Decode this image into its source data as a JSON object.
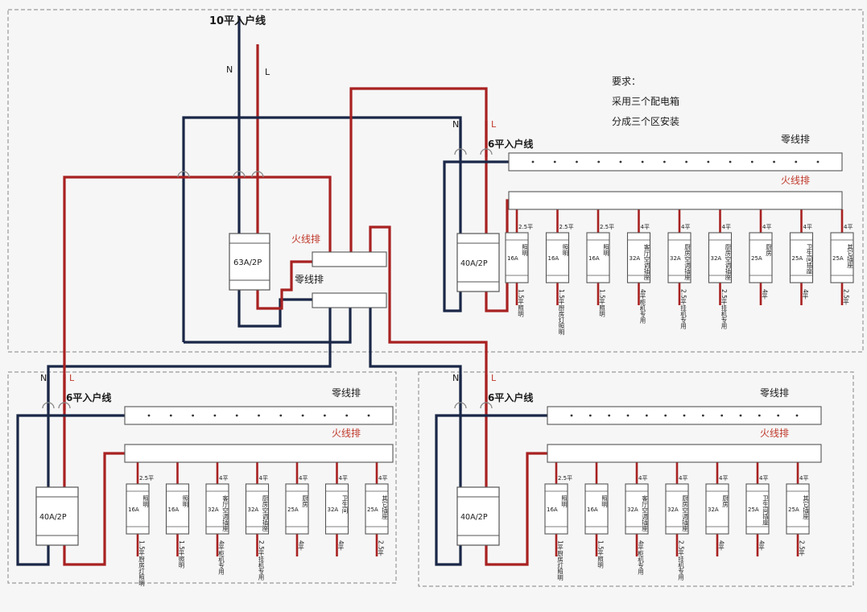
{
  "colors": {
    "live": "#a82121",
    "neutral": "#1a2747",
    "frame": "#9a9a9a",
    "box": "#555555"
  },
  "main": {
    "title": "10平入户线",
    "n": "N",
    "l": "L",
    "breaker": "63A/2P",
    "live_bar": "火线排",
    "neutral_bar": "零线排"
  },
  "notes": [
    "要求：",
    "采用三个配电箱",
    "分成三个区安装"
  ],
  "box_top": {
    "feed": "6平入户线",
    "n": "N",
    "l": "L",
    "main_breaker": "40A/2P",
    "neutral_bar": "零线排",
    "live_bar": "火线排",
    "branches": [
      {
        "wire": "2.5平",
        "rating": "16A",
        "circuit": "照明",
        "cable": "1.5平照明"
      },
      {
        "wire": "2.5平",
        "rating": "16A",
        "circuit": "照明",
        "cable": "1.5平厨房灯照明"
      },
      {
        "wire": "2.5平",
        "rating": "16A",
        "circuit": "照明",
        "cable": "1.5平照明"
      },
      {
        "wire": "4平",
        "rating": "32A",
        "circuit": "客厅空调插座",
        "cable": "4平柜机专用"
      },
      {
        "wire": "4平",
        "rating": "32A",
        "circuit": "厨房空调插座",
        "cable": "2.5平挂机专用"
      },
      {
        "wire": "4平",
        "rating": "32A",
        "circuit": "厨房空调插座",
        "cable": "2.5平挂机专用"
      },
      {
        "wire": "4平",
        "rating": "25A",
        "circuit": "厨房",
        "cable": "4平"
      },
      {
        "wire": "4平",
        "rating": "25A",
        "circuit": "卫生间插座",
        "cable": "4平"
      },
      {
        "wire": "4平",
        "rating": "25A",
        "circuit": "其它插座",
        "cable": "2.5平"
      }
    ]
  },
  "box_left": {
    "feed": "6平入户线",
    "n": "N",
    "l": "L",
    "main_breaker": "40A/2P",
    "neutral_bar": "零线排",
    "live_bar": "火线排",
    "branches": [
      {
        "wire": "2.5平",
        "rating": "16A",
        "circuit": "照明",
        "cable": "1.5平厨房灯照明"
      },
      {
        "wire": "",
        "rating": "16A",
        "circuit": "照明",
        "cable": "1.5平照明"
      },
      {
        "wire": "4平",
        "rating": "32A",
        "circuit": "客厅空调插座",
        "cable": "4平柜机专用"
      },
      {
        "wire": "4平",
        "rating": "32A",
        "circuit": "厨房空调插座",
        "cable": "2.5平挂机专用"
      },
      {
        "wire": "4平",
        "rating": "25A",
        "circuit": "厨房",
        "cable": "4平"
      },
      {
        "wire": "4平",
        "rating": "32A",
        "circuit": "卫生间",
        "cable": "4平"
      },
      {
        "wire": "4平",
        "rating": "25A",
        "circuit": "其它插座",
        "cable": "2.5平"
      }
    ]
  },
  "box_right": {
    "feed": "6平入户线",
    "n": "N",
    "l": "L",
    "main_breaker": "40A/2P",
    "neutral_bar": "零线排",
    "live_bar": "火线排",
    "branches": [
      {
        "wire": "2.5平",
        "rating": "16A",
        "circuit": "照明",
        "cable": "1平厨房灯照明"
      },
      {
        "wire": "",
        "rating": "16A",
        "circuit": "照明",
        "cable": "1.5平照明"
      },
      {
        "wire": "4平",
        "rating": "32A",
        "circuit": "客厅空调插座",
        "cable": "4平柜机专用"
      },
      {
        "wire": "4平",
        "rating": "32A",
        "circuit": "厨房空调插座",
        "cable": "2.5平挂机专用"
      },
      {
        "wire": "4平",
        "rating": "32A",
        "circuit": "厨房",
        "cable": "4平"
      },
      {
        "wire": "4平",
        "rating": "25A",
        "circuit": "卫生间插座",
        "cable": "4平"
      },
      {
        "wire": "4平",
        "rating": "25A",
        "circuit": "其它插座",
        "cable": "2.5平"
      }
    ]
  }
}
